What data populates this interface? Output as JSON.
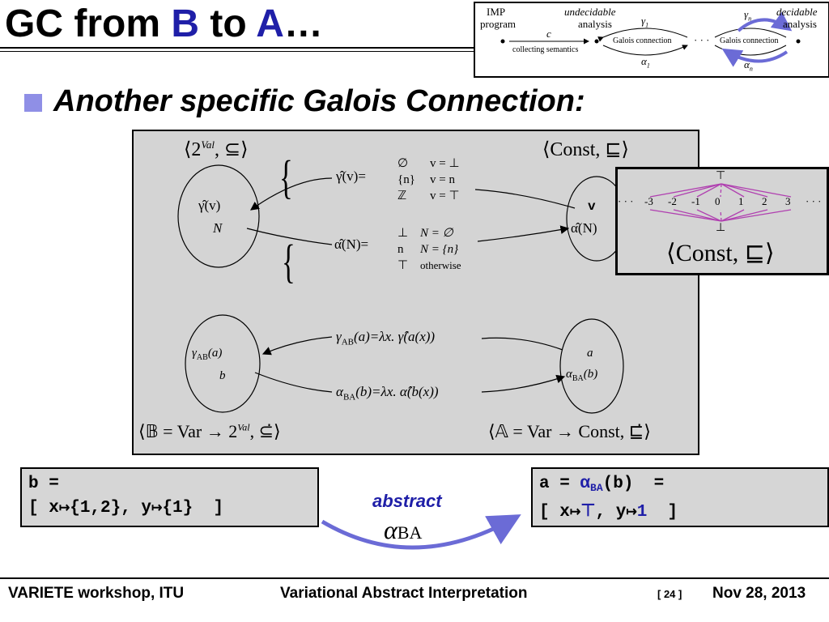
{
  "title": {
    "part1": "GC from ",
    "hl1": "B",
    "part2": " to ",
    "hl2": "A",
    "part3": "…"
  },
  "inset": {
    "program_line1": "IMP",
    "program_line2": "program",
    "undecidable_word": "undecidable",
    "undecidable_rest": "analysis",
    "decidable_word": "decidable",
    "decidable_rest": "analysis",
    "c_label": "c",
    "collecting": "collecting semantics",
    "galois1": "Galois connection",
    "galois2": "Galois connection",
    "dots": "· · ·",
    "gamma1": "γ",
    "gamma1_sub": "1",
    "alpha1": "α",
    "alpha1_sub": "1",
    "gamman": "γ",
    "gamman_sub": "n",
    "alphan": "α",
    "alphan_sub": "n",
    "accent_color": "#6b6bd6"
  },
  "bullet": "Another specific Galois Connection:",
  "figure": {
    "top_left_label": "⟨2",
    "top_left_sup": "Val",
    "top_left_rest": ", ⊆⟩",
    "top_right_label": "⟨Const, ⊑⟩",
    "left_top_ellipse": {
      "line1": "γ̂(v)",
      "line2": "N"
    },
    "right_top_ellipse": {
      "line1": "v",
      "line2": "α̂(N)"
    },
    "gamma_def_lhs": "γ̂(v)=",
    "gamma_cases": [
      {
        "val": "∅",
        "cond": "v = ⊥"
      },
      {
        "val": "{n}",
        "cond": "v = n"
      },
      {
        "val": "ℤ",
        "cond": "v = ⊤"
      }
    ],
    "alpha_def_lhs": "α̂(N)=",
    "alpha_cases": [
      {
        "val": "⊥",
        "cond": "N = ∅"
      },
      {
        "val": "n",
        "cond": "N = {n}"
      },
      {
        "val": "⊤",
        "cond": "otherwise"
      }
    ],
    "left_bottom_ellipse": {
      "line1": "γ",
      "line1_sub": "AB",
      "line1_rest": "(a)",
      "line2": "b"
    },
    "right_bottom_ellipse": {
      "line1": "a",
      "line2": "α",
      "line2_sub": "BA",
      "line2_rest": "(b)"
    },
    "gamma_ab_def": {
      "a": "γ",
      "sub": "AB",
      "b": "(a)=λx. γ̂(a(x))"
    },
    "alpha_ba_def": {
      "a": "α",
      "sub": "BA",
      "b": "(b)=λx. α̂(b(x))"
    },
    "bottom_left_label": {
      "a": "⟨𝔹 = Var → 2",
      "sup": "Val",
      "b": ", ⊆̇⟩"
    },
    "bottom_right_label": "⟨𝔸 = Var → Const, ⊑̇⟩"
  },
  "const_lattice": {
    "top": "⊤",
    "bottom": "⊥",
    "values": [
      "-3",
      "-2",
      "-1",
      "0",
      "1",
      "2",
      "3"
    ],
    "ellipsis": "· · ·",
    "caption": "⟨Const, ⊑⟩",
    "line_color": "#b040b0"
  },
  "code_b": {
    "line1": "b =",
    "line2_open": "[ x",
    "line2_map1": "↦",
    "line2_v1": "{1,2}, y",
    "line2_map2": "↦",
    "line2_v2": "{1}  ]"
  },
  "code_a": {
    "line1_a": "a = ",
    "line1_alpha": "α",
    "line1_sub": "BA",
    "line1_rest": "(b)  =",
    "line2_open": "[ x",
    "line2_map1": "↦",
    "line2_top": "⊤",
    "line2_mid": ", y",
    "line2_map2": "↦",
    "line2_one": "1",
    "line2_close": "  ]"
  },
  "abstract_arrow": {
    "label": "abstract",
    "alpha": "α",
    "sub": "BA",
    "color": "#6b6bd6"
  },
  "footer": {
    "left": "VARIETE workshop, ITU",
    "center": "Variational Abstract Interpretation",
    "page": "[ 24 ]",
    "date": "Nov 28, 2013"
  }
}
